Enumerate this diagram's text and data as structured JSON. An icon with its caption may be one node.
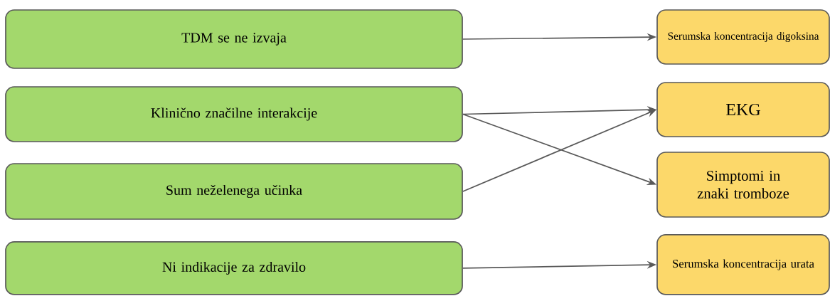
{
  "diagram": {
    "nodes": [
      {
        "text": [
          "TDM se ne izvaja"
        ]
      },
      {
        "text": [
          "Klinično značilne interakcije"
        ]
      },
      {
        "text": [
          "Sum neželenega učinka"
        ]
      },
      {
        "text": [
          "Ni indikacije za zdravilo"
        ]
      },
      {
        "text": [
          "Serumska koncentracija digoksina"
        ]
      },
      {
        "text": [
          "EKG"
        ]
      },
      {
        "text": [
          "Simptomi in znaki tromboze"
        ]
      },
      {
        "text": [
          "Serumska koncentracija urata"
        ]
      }
    ],
    "edges": [
      {
        "from": 0,
        "to": 4,
        "arrow": "to"
      },
      {
        "from": 1,
        "to": 5,
        "arrow": "to"
      },
      {
        "from": 1,
        "to": 6,
        "arrow": "to"
      },
      {
        "from": 2,
        "to": 5,
        "arrow": "to"
      },
      {
        "from": 3,
        "to": 7,
        "arrow": "to"
      }
    ]
  }
}
